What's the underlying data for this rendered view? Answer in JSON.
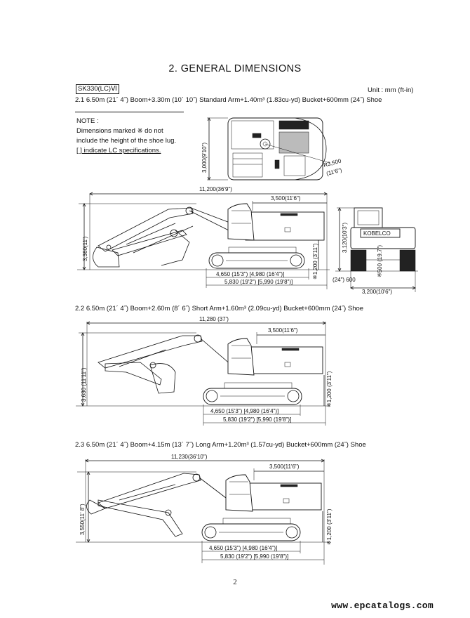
{
  "page": {
    "title": "2.   GENERAL DIMENSIONS",
    "model_box": "SK330(LC)Ⅵ",
    "unit": "Unit : mm (ft-in)",
    "page_number": "2",
    "watermark": "www.epcatalogs.com"
  },
  "note": {
    "heading": "NOTE :",
    "line1": "Dimensions marked ※ do not",
    "line2": "include the height of the shoe lug.",
    "line3": "[   ] indicate LC specifications."
  },
  "sections": [
    {
      "caption": "2.1  6.50m (21´ 4˝) Boom+3.30m (10´ 10˝) Standard Arm+1.40m³ (1.83cu-yd) Bucket+600mm (24˝) Shoe",
      "overall_length": "11,200(36'9\")",
      "tail_length": "3,500(11'6\")",
      "height": "3,360(11')",
      "track_height": "※1,200 (3'11\")",
      "tumbler_length": "4,650 (15'3\") [4,980 (16'4\")]",
      "track_length": "5,830 (19'2\") [5,990 (19'8\")]"
    },
    {
      "caption": "2.2  6.50m (21´ 4˝) Boom+2.60m (8´ 6˝) Short Arm+1.60m³ (2.09cu-yd) Bucket+600mm (24˝) Shoe",
      "overall_length": "11,280 (37')",
      "tail_length": "3,500(11'6\")",
      "height": "3,630 (11'11\")",
      "track_height": "※1,200 (3'11\")",
      "tumbler_length": "4,650 (15'3\") [4,980 (16'4\")]",
      "track_length": "5,830 (19'2\") [5,990 (19'8\")]"
    },
    {
      "caption": "2.3  6.50m (21´ 4˝) Boom+4.15m (13´ 7˝) Long Arm+1.20m³ (1.57cu-yd) Bucket+600mm (24˝) Shoe",
      "overall_length": "11,230(36'10\")",
      "tail_length": "3,500(11'6\")",
      "height": "3,550(11' 8\")",
      "track_height": "※1,200 (3'11\")",
      "tumbler_length": "4,650 (15'3\") [4,980 (16'4\")]",
      "track_length": "5,830 (19'2\") [5,990 (19'8\")]"
    }
  ],
  "top_view": {
    "width": "3,000(9'10\")",
    "swing_radius": "R3,500",
    "swing_radius_ft": "(11'6\")"
  },
  "front_view": {
    "cab_height": "3,120(10'3\")",
    "clearance": "※500 (19.7\")",
    "shoe_width": "(24\") 600",
    "overall_width": "3,200(10'6\")",
    "brand": "KOBELCO"
  }
}
